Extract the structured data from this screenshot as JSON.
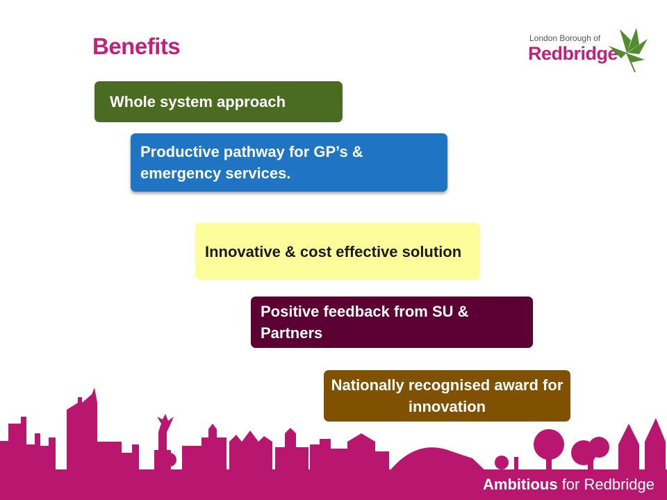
{
  "slide": {
    "title": "Benefits",
    "title_color": "#c0217f"
  },
  "logo": {
    "line1": "London Borough of",
    "line2": "Redbridge",
    "text_color": "#c0217f",
    "leaf_color": "#4f8d2e",
    "leaf_icon": "leaf-icon"
  },
  "boxes": [
    {
      "text": "Whole system approach",
      "bg": "#4a6b22",
      "fg": "#ffffff"
    },
    {
      "text": "Productive pathway for GP’s & emergency  services.",
      "bg": "#1f74c3",
      "fg": "#ffffff"
    },
    {
      "text": " Innovative  & cost effective solution",
      "bg": "#fdfd9c",
      "fg": "#1a1a1a"
    },
    {
      "text": "Positive feedback from SU & Partners",
      "bg": "#5c0033",
      "fg": "#ffffff"
    },
    {
      "text": "Nationally recognised award for innovation",
      "bg": "#7f5100",
      "fg": "#ffffff"
    }
  ],
  "footer": {
    "bold_text": "Ambitious",
    "rest_text": " for Redbridge",
    "bg": "#b8166f",
    "skyline_color": "#b8166f"
  }
}
